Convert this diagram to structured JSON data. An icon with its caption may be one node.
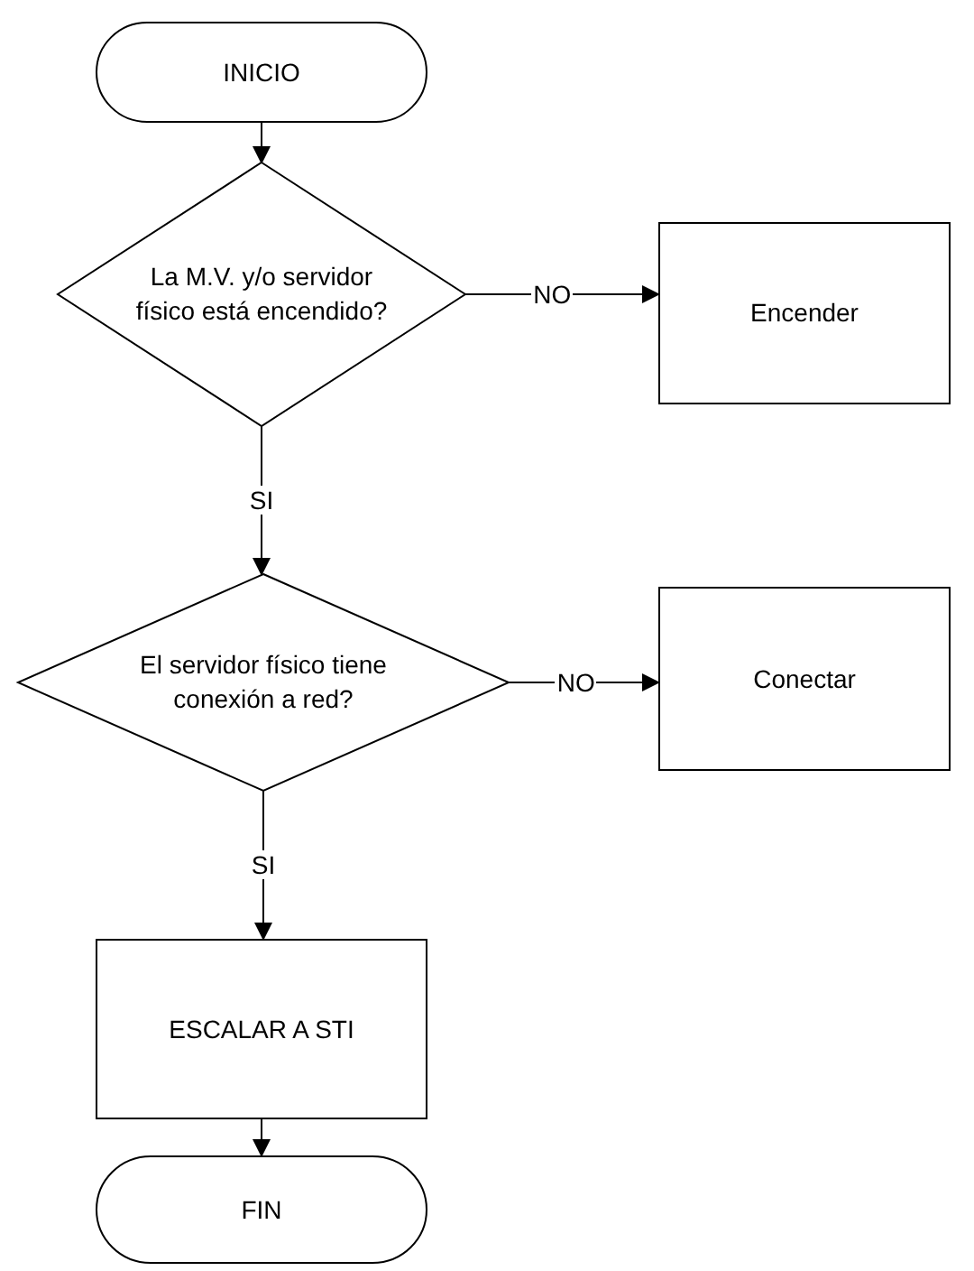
{
  "diagram": {
    "nodes": [
      {
        "text": [
          "INICIO"
        ]
      },
      {
        "text": [
          "La M.V. y/o servidor físico está encendido?"
        ]
      },
      {
        "text": [
          "Encender"
        ]
      },
      {
        "text": [
          "El servidor físico tiene conexión a red?"
        ]
      },
      {
        "text": [
          "Conectar"
        ]
      },
      {
        "text": [
          "ESCALAR A STI"
        ]
      },
      {
        "text": [
          "FIN"
        ]
      }
    ],
    "edges": [
      {
        "from": 0,
        "to": 1,
        "arrow": "to"
      },
      {
        "from": 1,
        "to": 2,
        "arrow": "to",
        "label": "NO"
      },
      {
        "from": 1,
        "to": 3,
        "arrow": "to",
        "label": "SI"
      },
      {
        "from": 3,
        "to": 4,
        "arrow": "to",
        "label": "NO"
      },
      {
        "from": 3,
        "to": 5,
        "arrow": "to",
        "label": "SI"
      },
      {
        "from": 5,
        "to": 6,
        "arrow": "to"
      }
    ]
  }
}
